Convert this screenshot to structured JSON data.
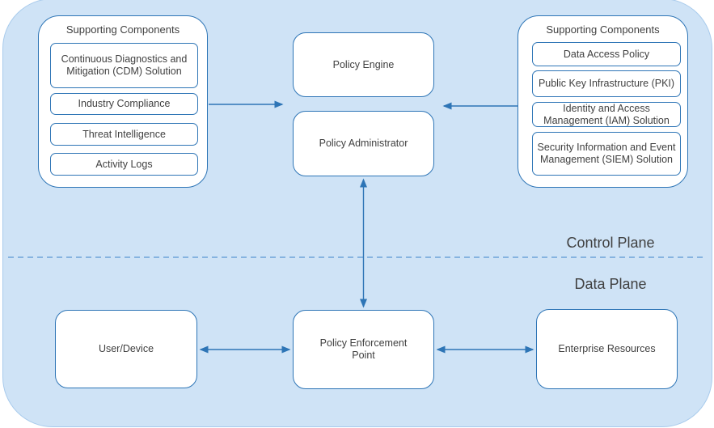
{
  "diagram": {
    "title_hint": "Zero Trust Architecture core components",
    "left_panel": {
      "title": "Supporting Components",
      "items": [
        "Continuous Diagnostics and Mitigation (CDM) Solution",
        "Industry Compliance",
        "Threat Intelligence",
        "Activity Logs"
      ]
    },
    "right_panel": {
      "title": "Supporting Components",
      "items": [
        "Data Access Policy",
        "Public Key Infrastructure (PKI)",
        "Identity and Access Management (IAM) Solution",
        "Security Information and Event Management (SIEM) Solution"
      ]
    },
    "nodes": {
      "policy_engine": "Policy Engine",
      "policy_administrator": "Policy Administrator",
      "user_device": "User/Device",
      "policy_enforcement_point": "Policy Enforcement Point",
      "enterprise_resources": "Enterprise Resources"
    },
    "planes": {
      "control": "Control Plane",
      "data": "Data Plane"
    },
    "connections": [
      {
        "from": "left-supporting-components",
        "to": "policy-engine-administrator",
        "heads": "end"
      },
      {
        "from": "right-supporting-components",
        "to": "policy-engine-administrator",
        "heads": "end"
      },
      {
        "from": "policy-administrator",
        "to": "policy-enforcement-point",
        "heads": "both"
      },
      {
        "from": "user-device",
        "to": "policy-enforcement-point",
        "heads": "both"
      },
      {
        "from": "policy-enforcement-point",
        "to": "enterprise-resources",
        "heads": "both"
      }
    ],
    "colors": {
      "backplate_fill": "#cfe3f6",
      "backplate_edge": "#a9cbec",
      "node_fill": "#ffffff",
      "node_border": "#2e75b6",
      "arrow": "#2e75b6",
      "dashed_divider": "#6fa3d8",
      "text": "#404040"
    }
  }
}
